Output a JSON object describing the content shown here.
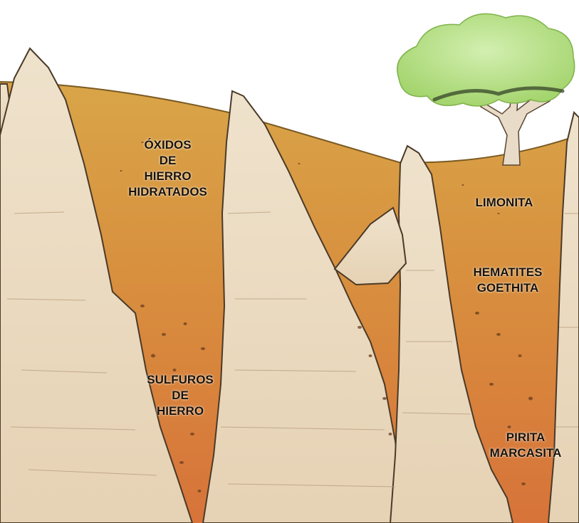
{
  "labels": {
    "oxidos": [
      "ÓXIDOS",
      "DE",
      "HIERRO",
      "HIDRATADOS"
    ],
    "sulfuros": [
      "SULFUROS",
      "DE",
      "HIERRO"
    ],
    "limonita": [
      "LIMONITA"
    ],
    "hematites": [
      "HEMATITES",
      "GOETHITA"
    ],
    "pirita": [
      "PIRITA",
      "MARCASITA"
    ]
  },
  "colors": {
    "rock": "#ead9c0",
    "rock_shade": "#d9c3a3",
    "soil_top": "#d9a548",
    "soil_mid": "#d88b3a",
    "soil_bottom": "#d8763a",
    "foliage": "#b7e08a",
    "trunk": "#e8dcc8"
  }
}
